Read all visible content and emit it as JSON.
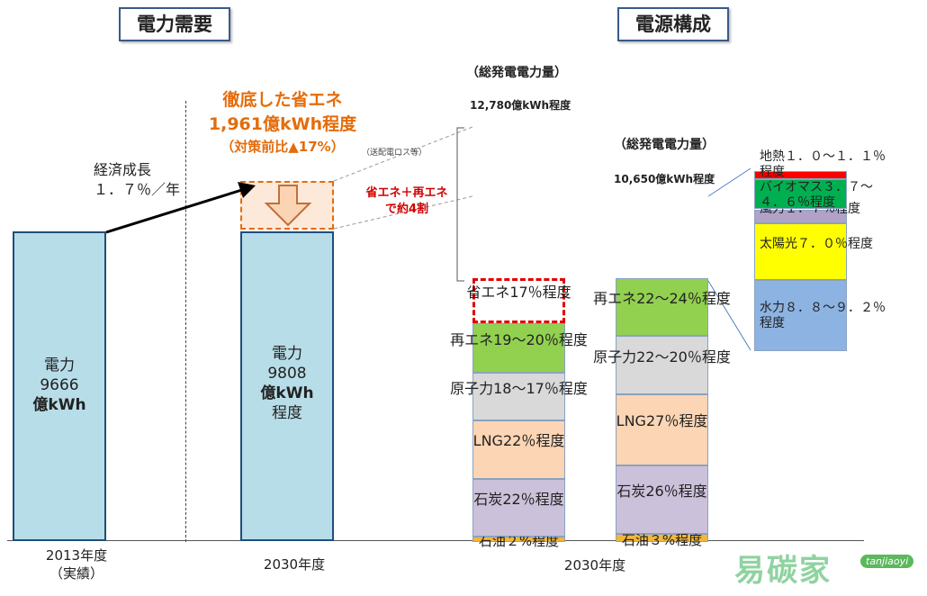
{
  "headers": {
    "demand": "電力需要",
    "supply": "電源構成"
  },
  "demand": {
    "growth_line1": "経済成長",
    "growth_line2": "１．７％／年",
    "saving_title1": "徹底した省エネ",
    "saving_title2": "1,961億kWh程度",
    "saving_title3": "（対策前比▲17%）",
    "loss_note": "（送配電ロス等）",
    "bar2013_l1": "電力",
    "bar2013_l2": "9666",
    "bar2013_l3": "億kWh",
    "bar2030_l1": "電力",
    "bar2030_l2": "9808",
    "bar2030_l3": "億kWh",
    "bar2030_l4": "程度",
    "x2013_l1": "2013年度",
    "x2013_l2": "（実績）",
    "x2030": "2030年度"
  },
  "supply": {
    "col1_header": "（総発電電力量）",
    "col1_total": "12,780億kWh程度",
    "col2_header": "（総発電電力量）",
    "col2_total": "10,650億kWh程度",
    "combined_note_l1": "省エネ＋再エネ",
    "combined_note_l2": "で約4割",
    "x2030": "2030年度"
  },
  "chart_data": {
    "type": "bar",
    "title": "",
    "demand": {
      "categories": [
        "2013年度（実績）",
        "2030年度"
      ],
      "values": [
        9666,
        9808
      ],
      "unit": "億kWh",
      "energy_saving_2030": 1961,
      "energy_saving_ratio_pct": -17
    },
    "supply": {
      "stacked": true,
      "x_label": "2030年度",
      "columns": [
        {
          "total_label": "12,780億kWh程度",
          "segments": [
            {
              "label": "石油２%程度",
              "share": 2,
              "color": "#f3b636"
            },
            {
              "label": "石炭22％程度",
              "share": 22,
              "color": "#ccc1da"
            },
            {
              "label": "LNG22％程度",
              "share": 22,
              "color": "#fcd5b4"
            },
            {
              "label": "原子力18～17％程度",
              "share": 18,
              "color": "#d9d9d9"
            },
            {
              "label": "再エネ19～20％程度",
              "share": 19,
              "color": "#92d050"
            },
            {
              "label": "省エネ17％程度",
              "share": 17,
              "color": "#ffffff"
            }
          ]
        },
        {
          "total_label": "10,650億kWh程度",
          "segments": [
            {
              "label": "石油３%程度",
              "share": 3,
              "color": "#f3b636"
            },
            {
              "label": "石炭26％程度",
              "share": 26,
              "color": "#ccc1da"
            },
            {
              "label": "LNG27％程度",
              "share": 27,
              "color": "#fcd5b4"
            },
            {
              "label": "原子力22～20％程度",
              "share": 22,
              "color": "#d9d9d9"
            },
            {
              "label": "再エネ22～24％程度",
              "share": 22,
              "color": "#92d050"
            }
          ]
        }
      ],
      "renewables_breakdown": [
        {
          "label": "水力８．８～９．２％程度",
          "share": 8.8,
          "color": "#8db3e2"
        },
        {
          "label": "太陽光７．０％程度",
          "share": 7.0,
          "color": "#ffff00"
        },
        {
          "label": "風力１．７％程度",
          "share": 1.7,
          "color": "#b3a2c7"
        },
        {
          "label": "バイオマス３．７～４．６％程度",
          "share": 3.7,
          "color": "#00b050"
        },
        {
          "label": "地熱１．０～１．１％程度",
          "share": 1.0,
          "color": "#ff0000"
        }
      ]
    }
  },
  "watermark": "易碳家",
  "watermark_domain": "tanjiaoyi"
}
